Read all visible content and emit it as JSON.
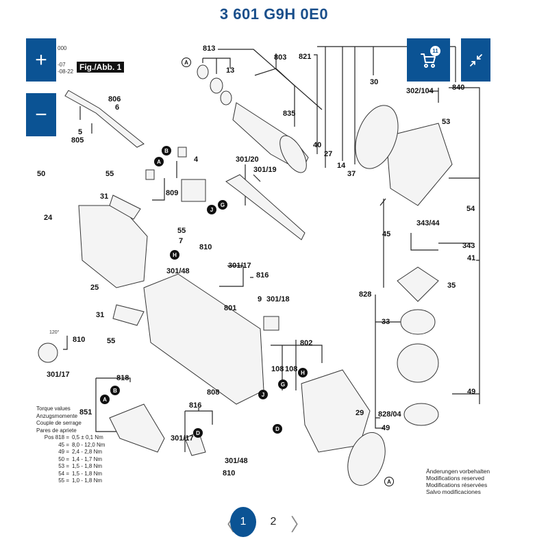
{
  "header": {
    "title": "3 601 G9H 0E0"
  },
  "controls": {
    "zoom_in_icon": "plus",
    "zoom_out_icon": "minus",
    "cart_badge": "11",
    "cart_icon": "cart",
    "collapse_icon": "arrows-in"
  },
  "drawing": {
    "figure_label": "Fig./Abb. 1",
    "header_lines": [
      "000",
      "-07",
      "-08-22"
    ],
    "part_labels": [
      {
        "text": "813"
      },
      {
        "text": "13"
      },
      {
        "text": "803"
      },
      {
        "text": "821"
      },
      {
        "text": "30"
      },
      {
        "text": "302/104"
      },
      {
        "text": "840"
      },
      {
        "text": "806"
      },
      {
        "text": "6"
      },
      {
        "text": "5"
      },
      {
        "text": "805"
      },
      {
        "text": "835"
      },
      {
        "text": "53"
      },
      {
        "text": "40"
      },
      {
        "text": "27"
      },
      {
        "text": "14"
      },
      {
        "text": "37"
      },
      {
        "text": "4"
      },
      {
        "text": "301/20"
      },
      {
        "text": "301/19"
      },
      {
        "text": "50"
      },
      {
        "text": "55"
      },
      {
        "text": "31"
      },
      {
        "text": "809"
      },
      {
        "text": "24"
      },
      {
        "text": "54"
      },
      {
        "text": "343/44"
      },
      {
        "text": "45"
      },
      {
        "text": "343"
      },
      {
        "text": "55"
      },
      {
        "text": "7"
      },
      {
        "text": "810"
      },
      {
        "text": "301/17"
      },
      {
        "text": "301/48"
      },
      {
        "text": "816"
      },
      {
        "text": "41"
      },
      {
        "text": "25"
      },
      {
        "text": "828"
      },
      {
        "text": "35"
      },
      {
        "text": "9"
      },
      {
        "text": "301/18"
      },
      {
        "text": "801"
      },
      {
        "text": "31"
      },
      {
        "text": "33"
      },
      {
        "text": "55"
      },
      {
        "text": "810"
      },
      {
        "text": "301/17"
      },
      {
        "text": "802"
      },
      {
        "text": "818"
      },
      {
        "text": "108"
      },
      {
        "text": "108"
      },
      {
        "text": "851"
      },
      {
        "text": "808"
      },
      {
        "text": "29"
      },
      {
        "text": "49"
      },
      {
        "text": "828/04"
      },
      {
        "text": "49"
      },
      {
        "text": "816"
      },
      {
        "text": "301/17"
      },
      {
        "text": "301/48"
      },
      {
        "text": "810"
      }
    ],
    "callouts": [
      "A",
      "B",
      "A",
      "J",
      "G",
      "H",
      "A",
      "B",
      "J",
      "G",
      "H",
      "D",
      "D",
      "A"
    ],
    "angle_note": "120°"
  },
  "torque": {
    "headings": [
      "Torque values",
      "Anzugsmomente",
      "Couple de serrage",
      "Pares de apriete"
    ],
    "rows": [
      {
        "pos": "Pos 818 =",
        "value": "0,5 ± 0,1 Nm"
      },
      {
        "pos": "45 =",
        "value": "8,0 - 12,0 Nm"
      },
      {
        "pos": "49 =",
        "value": "2,4 - 2,8 Nm"
      },
      {
        "pos": "50 =",
        "value": "1,4 - 1,7 Nm"
      },
      {
        "pos": "53 =",
        "value": "1,5 - 1,8 Nm"
      },
      {
        "pos": "54 =",
        "value": "1,5 - 1,8 Nm"
      },
      {
        "pos": "55 =",
        "value": "1,0 - 1,8 Nm"
      }
    ]
  },
  "notice": [
    "Änderungen vorbehalten",
    "Modifications reserved",
    "Modifications réservées",
    "Salvo modificaciones"
  ],
  "pagination": {
    "prev": "〈",
    "next": "〉",
    "pages": [
      "1",
      "2"
    ],
    "current": "1"
  }
}
